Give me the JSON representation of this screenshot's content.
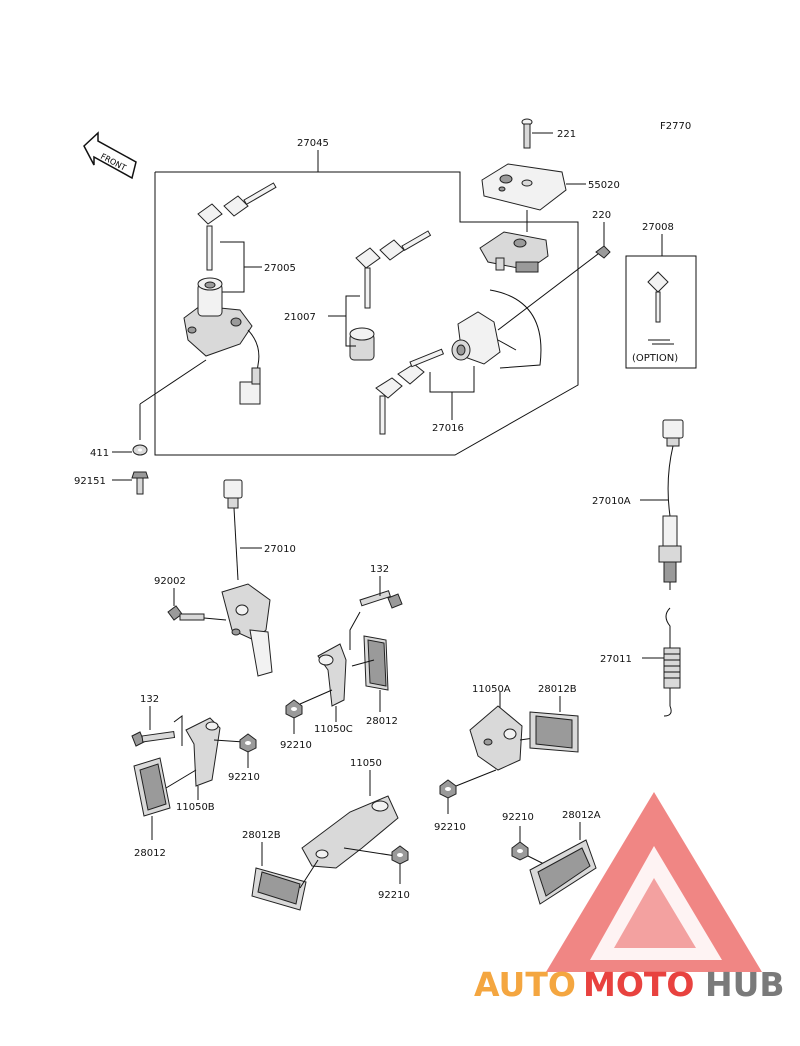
{
  "figure_code": "F2770",
  "front_arrow_text": "FRONT",
  "option_text": "(OPTION)",
  "callouts": {
    "c221": "221",
    "c55020": "55020",
    "c27045": "27045",
    "c220": "220",
    "c27008": "27008",
    "c27005": "27005",
    "c21007": "21007",
    "c27016": "27016",
    "c411": "411",
    "c92151": "92151",
    "c27010": "27010",
    "c27010A": "27010A",
    "c92002": "92002",
    "c132a": "132",
    "c11050C": "11050C",
    "c28012a": "28012",
    "c92210a": "92210",
    "c132b": "132",
    "c92210b": "92210",
    "c11050B": "11050B",
    "c28012b": "28012",
    "c11050A": "11050A",
    "c28012B_a": "28012B",
    "c27011": "27011",
    "c11050": "11050",
    "c92210c": "92210",
    "c92210d": "92210",
    "c28012A": "28012A",
    "c28012B_b": "28012B",
    "c92210e": "92210"
  },
  "watermark": {
    "part1": "AUTO",
    "part2": "MOTO",
    "part3": "HUB",
    "color_orange": "#f4a640",
    "color_red": "#e8423f",
    "color_gray": "#7a7a7a"
  }
}
